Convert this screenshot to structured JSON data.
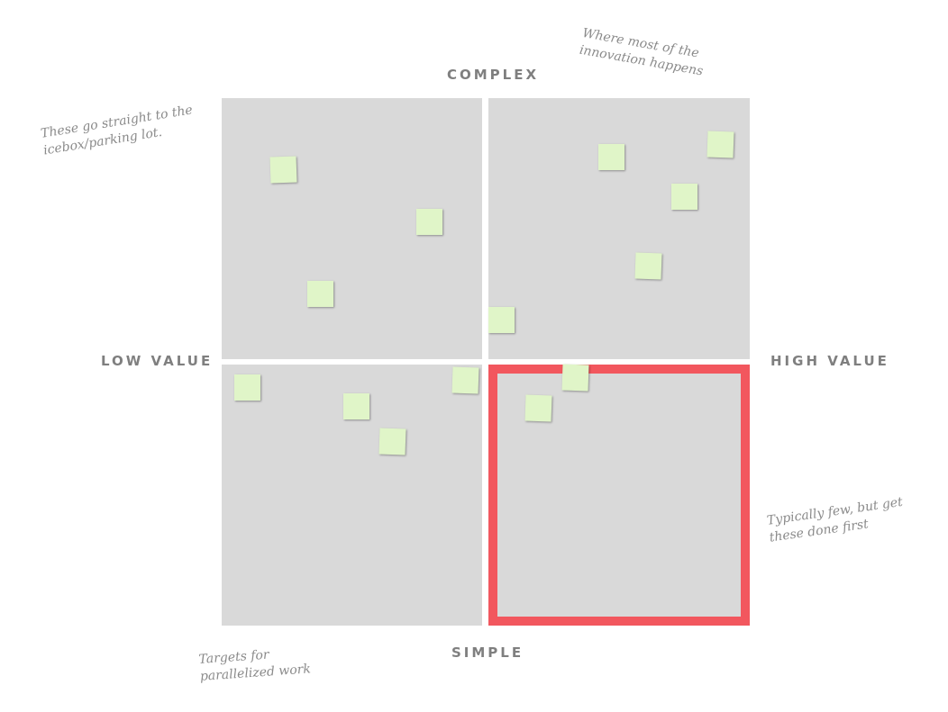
{
  "axes": {
    "top": "COMPLEX",
    "bottom": "SIMPLE",
    "left": "LOW VALUE",
    "right": "HIGH VALUE"
  },
  "annotations": {
    "top_left": [
      "These go straight to the",
      "icebox/parking lot."
    ],
    "top_right": [
      "Where most of the",
      "innovation happens"
    ],
    "bottom_right": [
      "Typically few, but get",
      "these done first"
    ],
    "bottom_left": [
      "Targets for",
      "parallelized work"
    ]
  },
  "colors": {
    "quadrant_bg": "#d9d9d9",
    "highlight_border": "#f2575e",
    "sticky_note": "#e0f5c8",
    "label_text": "#7f7f7f"
  },
  "quadrants": {
    "top_left": {
      "name": "Complex / Low Value",
      "notes": [
        [
          300,
          174,
          -2
        ],
        [
          462,
          232,
          0
        ],
        [
          341,
          312,
          0
        ]
      ]
    },
    "top_right": {
      "name": "Complex / High Value",
      "notes": [
        [
          664,
          160,
          0
        ],
        [
          785,
          146,
          2
        ],
        [
          745,
          204,
          0
        ],
        [
          705,
          281,
          2
        ],
        [
          542,
          341,
          0
        ]
      ]
    },
    "bottom_left": {
      "name": "Simple / Low Value",
      "notes": [
        [
          260,
          416,
          0
        ],
        [
          381,
          437,
          0
        ],
        [
          421,
          476,
          2
        ],
        [
          502,
          408,
          2
        ]
      ]
    },
    "bottom_right": {
      "name": "Simple / High Value",
      "highlighted": true,
      "notes": [
        [
          624,
          405,
          2
        ],
        [
          583,
          439,
          2
        ]
      ]
    }
  }
}
